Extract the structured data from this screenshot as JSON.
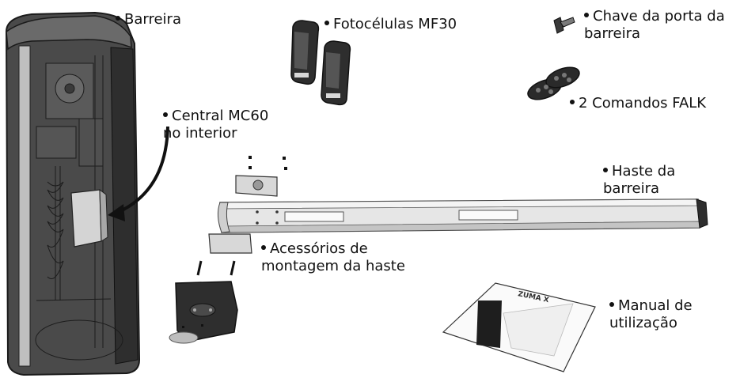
{
  "labels": {
    "barreira": "Barreira",
    "fotocelulas": "Fotocélulas MF30",
    "chave_l1": "Chave da porta da",
    "chave_l2": "barreira",
    "comandos": "2 Comandos FALK",
    "central_l1": "Central MC60",
    "central_l2": "no interior",
    "haste_l1": "Haste da",
    "haste_l2": "barreira",
    "acessorios_l1": "Acessórios de",
    "acessorios_l2": "montagem da haste",
    "manual_l1": "Manual de",
    "manual_l2": "utilização",
    "manual_cover_title": "ZUMA X"
  },
  "colors": {
    "cabinet_dark": "#3a3a3a",
    "cabinet_mid": "#5a5a5a",
    "boom_light": "#e6e6e6",
    "boom_stroke": "#444444",
    "ink": "#111111"
  }
}
